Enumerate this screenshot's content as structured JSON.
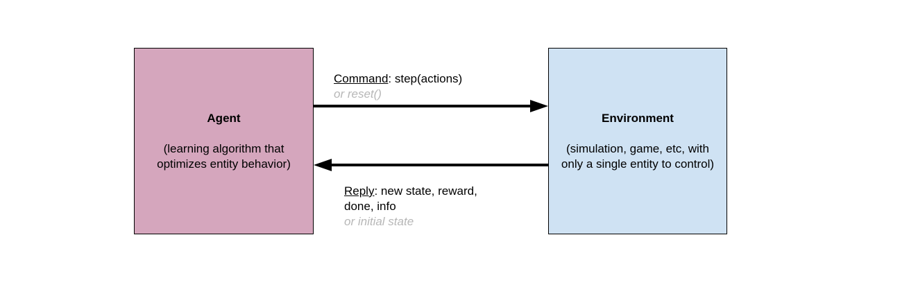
{
  "agent": {
    "title": "Agent",
    "description": "(learning algorithm that optimizes entity behavior)",
    "color": "#d5a6bd"
  },
  "environment": {
    "title": "Environment",
    "description": "(simulation, game, etc, with only a single entity to control)",
    "color": "#cfe2f3"
  },
  "command": {
    "keyword": "Command",
    "text": ": step(actions)",
    "alt": "or reset()"
  },
  "reply": {
    "keyword": "Reply",
    "text_line1": ": new state, reward,",
    "text_line2": "done, info",
    "alt": "or initial state"
  },
  "colors": {
    "alt_text": "#b7b7b7",
    "arrow": "#000000"
  }
}
